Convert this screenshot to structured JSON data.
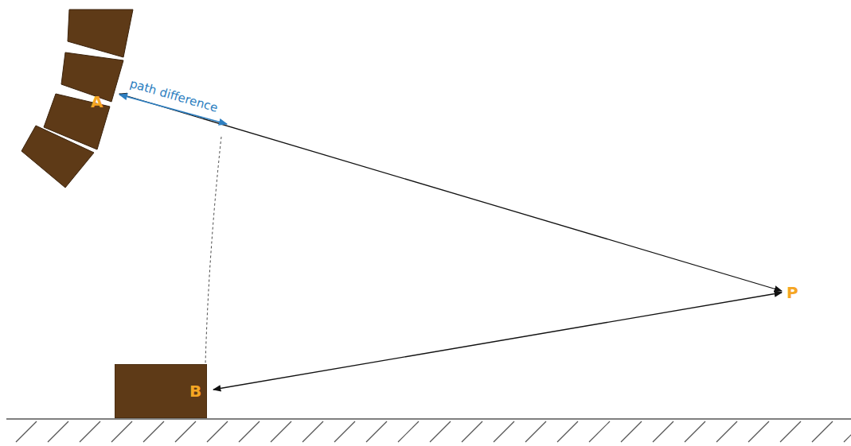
{
  "diagram": {
    "nodes": [
      {
        "text": [
          "A"
        ]
      },
      {
        "text": [
          "B"
        ]
      }
    ],
    "labels": [
      "path difference",
      "P"
    ]
  }
}
